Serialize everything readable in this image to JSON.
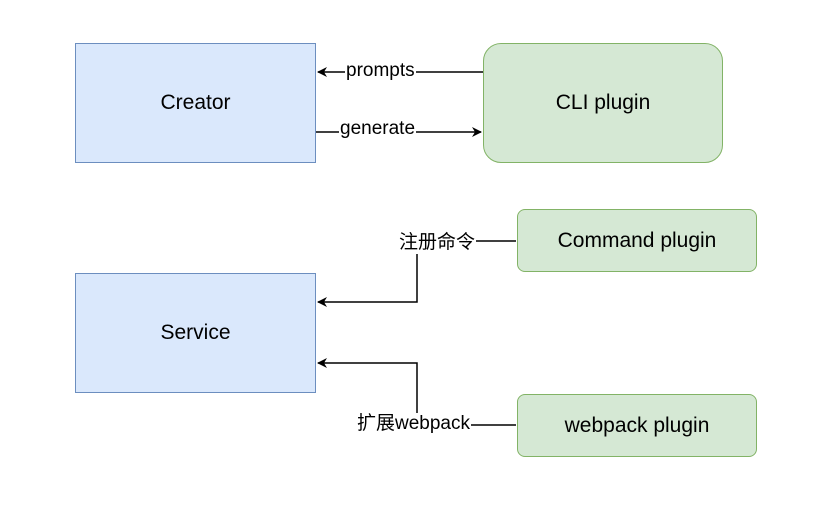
{
  "nodes": {
    "creator": "Creator",
    "cli_plugin": "CLI plugin",
    "service": "Service",
    "command_plugin": "Command plugin",
    "webpack_plugin": "webpack plugin"
  },
  "edges": {
    "prompts": "prompts",
    "generate": "generate",
    "register_command": "注册命令",
    "extend_webpack": "扩展webpack"
  },
  "colors": {
    "blue_fill": "#dae8fc",
    "blue_stroke": "#6c8ebf",
    "green_fill": "#d5e8d4",
    "green_stroke": "#82b366"
  }
}
